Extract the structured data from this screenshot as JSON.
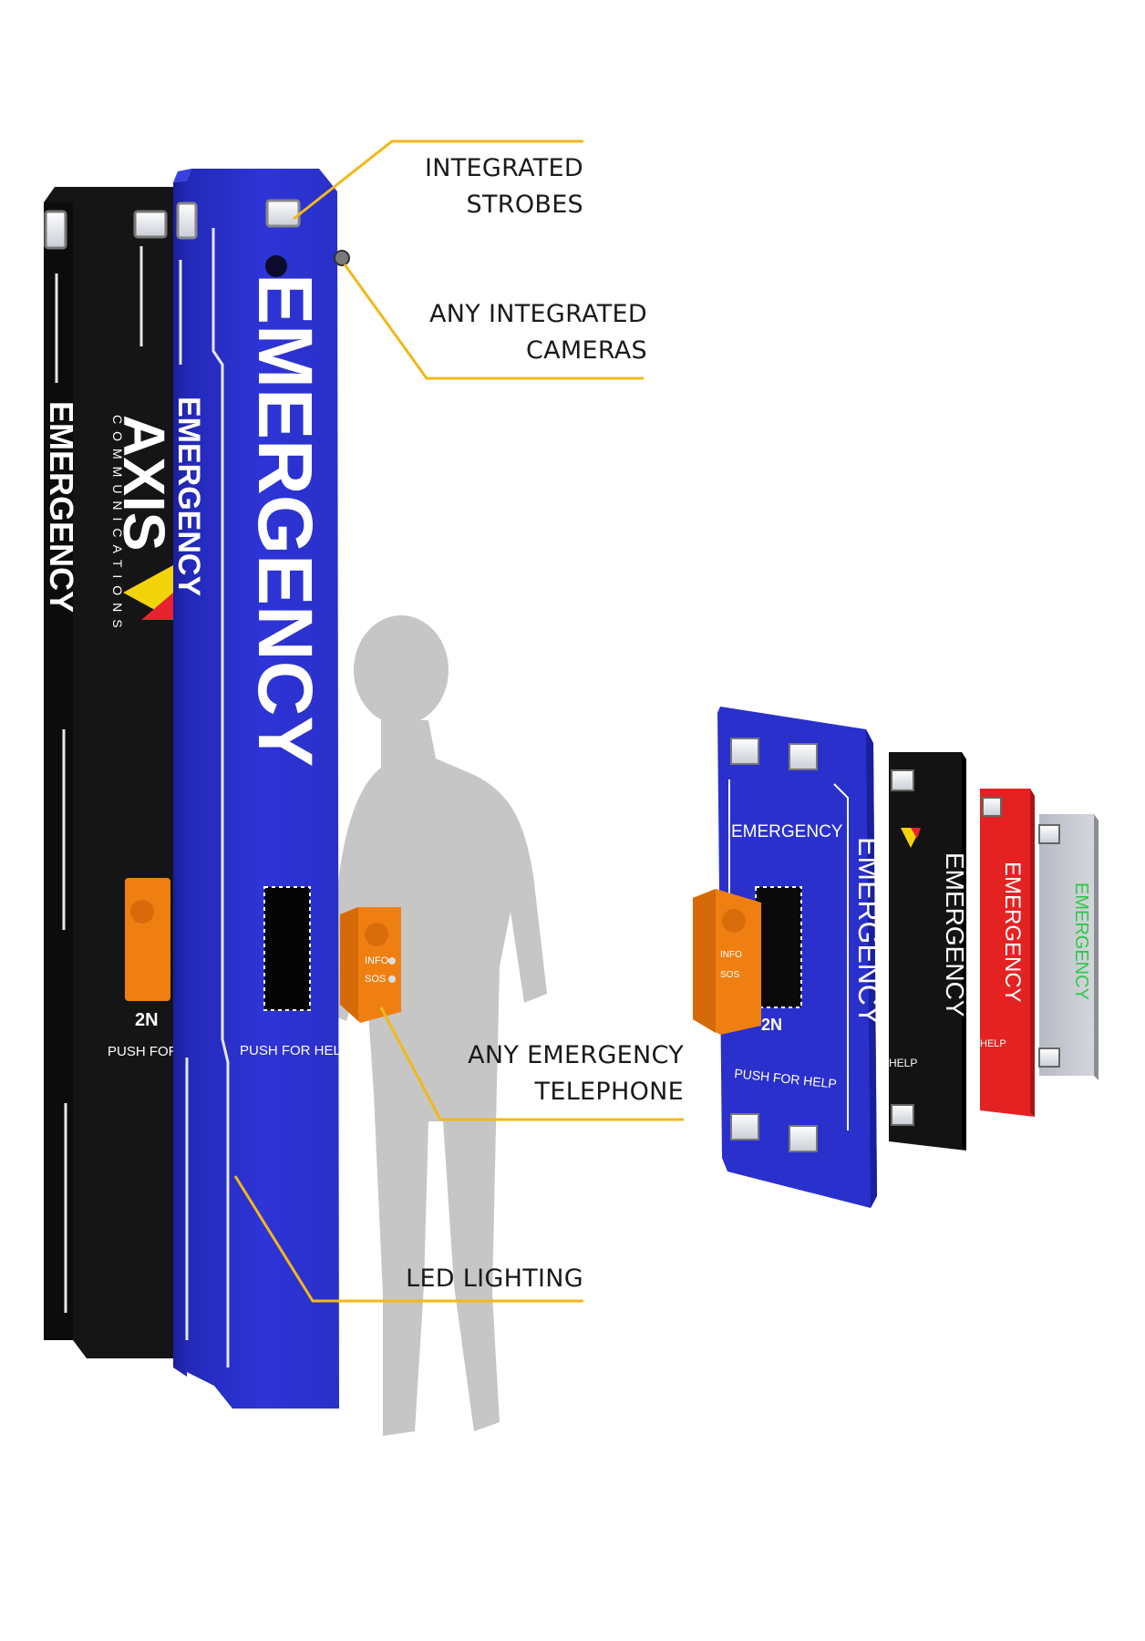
{
  "callouts": {
    "strobes": [
      "INTEGRATED",
      "STROBES"
    ],
    "cameras": [
      "ANY INTEGRATED",
      "CAMERAS"
    ],
    "telephone": [
      "ANY EMERGENCY",
      "TELEPHONE"
    ],
    "led": [
      "LED LIGHTING"
    ]
  },
  "labels": {
    "emergency": "EMERGENCY",
    "push_for_help": "PUSH FOR HELP",
    "help_partial": "HELP",
    "push_help_partial": "PUSH FOR HELP",
    "brand_axis": "AXIS",
    "brand_axis_sub": "COMMUNICATIONS",
    "brand_2n": "2N",
    "info": "INFO",
    "sos": "SOS"
  },
  "colors": {
    "blue_tower": "#2a2fd0",
    "blue_dark": "#1a1e9a",
    "black_tower": "#141414",
    "red_panel": "#e52222",
    "silver_panel": "#c9cbd2",
    "orange_phone": "#f07f12",
    "callout_line": "#f2b81a",
    "green_text": "#2fc84a",
    "axis_yellow": "#f2d40a",
    "axis_red": "#e8222e"
  },
  "icons": [
    "strobe-icon",
    "camera-icon",
    "telephone-icon",
    "led-strip-icon",
    "person-silhouette"
  ]
}
